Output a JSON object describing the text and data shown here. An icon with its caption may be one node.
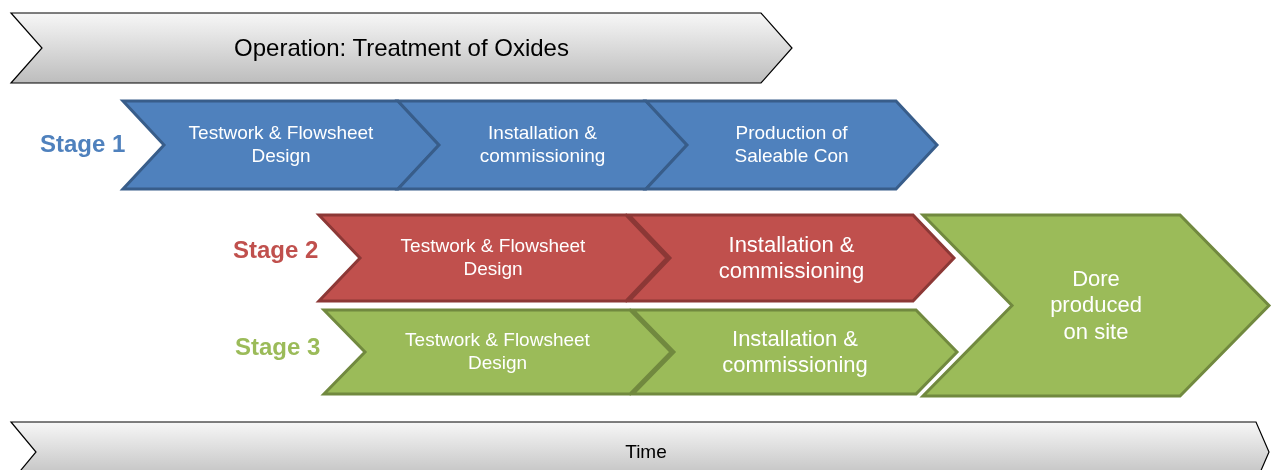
{
  "diagram": {
    "nodes": [
      {
        "text": [
          "Operation: Treatment of Oxides"
        ]
      },
      {
        "text": [
          "Testwork & Flowsheet Design"
        ]
      },
      {
        "text": [
          "Installation & commissioning"
        ]
      },
      {
        "text": [
          "Production of Saleable Con"
        ]
      },
      {
        "text": [
          "Testwork & Flowsheet Design"
        ]
      },
      {
        "text": [
          "Installation & commissioning"
        ]
      },
      {
        "text": [
          "Testwork & Flowsheet Design"
        ]
      },
      {
        "text": [
          "Installation & commissioning"
        ]
      },
      {
        "text": [
          "Dore produced on site"
        ]
      },
      {
        "text": [
          "Time"
        ]
      }
    ],
    "labels": [
      "Stage 1",
      "Stage 2",
      "Stage 3"
    ]
  }
}
